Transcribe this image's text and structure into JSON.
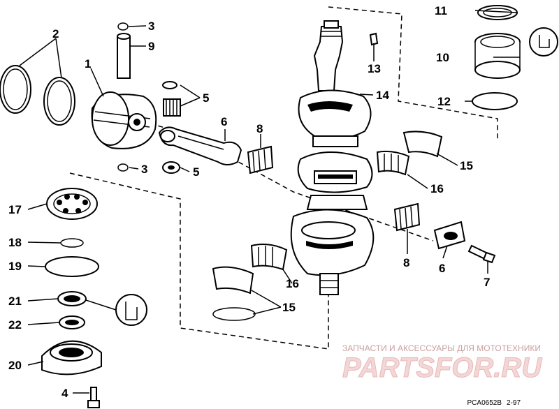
{
  "callouts": {
    "c1": "1",
    "c2": "2",
    "c3a": "3",
    "c3b": "3",
    "c4": "4",
    "c5a": "5",
    "c5b": "5",
    "c6a": "6",
    "c6b": "6",
    "c7": "7",
    "c8a": "8",
    "c8b": "8",
    "c9": "9",
    "c10": "10",
    "c11": "11",
    "c12": "12",
    "c13": "13",
    "c14": "14",
    "c15a": "15",
    "c15b": "15",
    "c16a": "16",
    "c16b": "16",
    "c17": "17",
    "c18": "18",
    "c19": "19",
    "c20": "20",
    "c21": "21",
    "c22": "22"
  },
  "watermark": {
    "caption": "ЗАПЧАСТИ И АКСЕССУАРЫ ДЛЯ МОТОТЕХНИКИ",
    "logo": "PARTSFOR.RU"
  },
  "drawing_code": "PCA0652B",
  "drawing_date": "2-97"
}
